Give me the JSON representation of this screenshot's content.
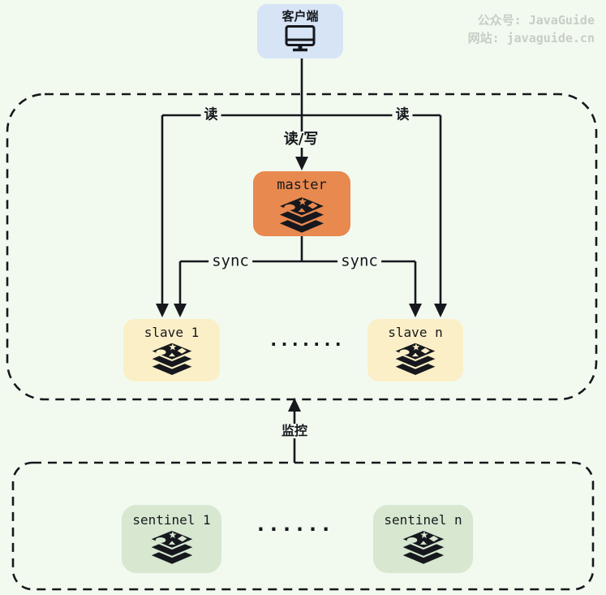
{
  "page": {
    "bg": "#F2FAF0",
    "line_color": "#16181D"
  },
  "watermark": {
    "line1": "公众号: JavaGuide",
    "line2": "网站: javaguide.cn",
    "color": "#C7CDC7"
  },
  "client": {
    "label": "客户端",
    "bg": "#D6E4F6",
    "icon": "monitor-icon"
  },
  "nodes": {
    "master": {
      "label": "master",
      "bg": "#E8894F",
      "icon": "redis-icon"
    },
    "slave1": {
      "label": "slave 1",
      "bg": "#FBEFC7",
      "icon": "redis-icon"
    },
    "slaven": {
      "label": "slave n",
      "bg": "#FBEFC7",
      "icon": "redis-icon"
    },
    "sentinel1": {
      "label": "sentinel 1",
      "bg": "#D7E7D0",
      "icon": "redis-icon"
    },
    "sentineln": {
      "label": "sentinel n",
      "bg": "#D7E7D0",
      "icon": "redis-icon"
    }
  },
  "edge_labels": {
    "read_left": "读",
    "read_right": "读",
    "read_write": "读/写",
    "sync_left": "sync",
    "sync_right": "sync",
    "monitor": "监控"
  },
  "ellipsis": {
    "slaves": "·······",
    "sentinels": "······"
  }
}
